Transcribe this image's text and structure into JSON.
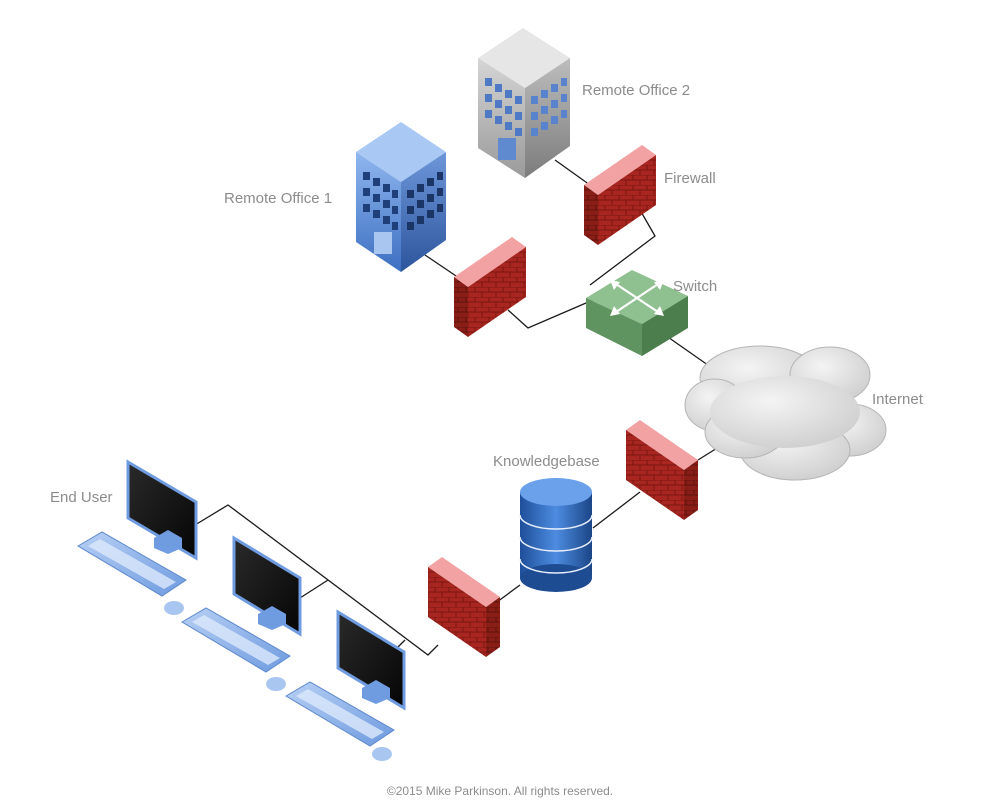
{
  "labels": {
    "remote_office_1": "Remote Office 1",
    "remote_office_2": "Remote Office 2",
    "firewall": "Firewall",
    "switch": "Switch",
    "internet": "Internet",
    "knowledgebase": "Knowledgebase",
    "end_user": "End User"
  },
  "copyright": "©2015 Mike Parkinson. All rights reserved.",
  "icons": {
    "building": "office-building-icon",
    "firewall": "brick-wall-icon",
    "switch": "network-switch-icon",
    "cloud": "cloud-icon",
    "database": "database-cylinder-icon",
    "computer": "desktop-computer-icon"
  },
  "colors": {
    "building_blue": "#5b8fd6",
    "building_gray": "#b9b9b9",
    "firewall_red": "#b8332c",
    "switch_green": "#7fae7f",
    "cloud_gray": "#dedede",
    "database_blue": "#2f6dc0",
    "keyboard_blue": "#8fb4ec",
    "label_gray": "#8c8c8c"
  }
}
